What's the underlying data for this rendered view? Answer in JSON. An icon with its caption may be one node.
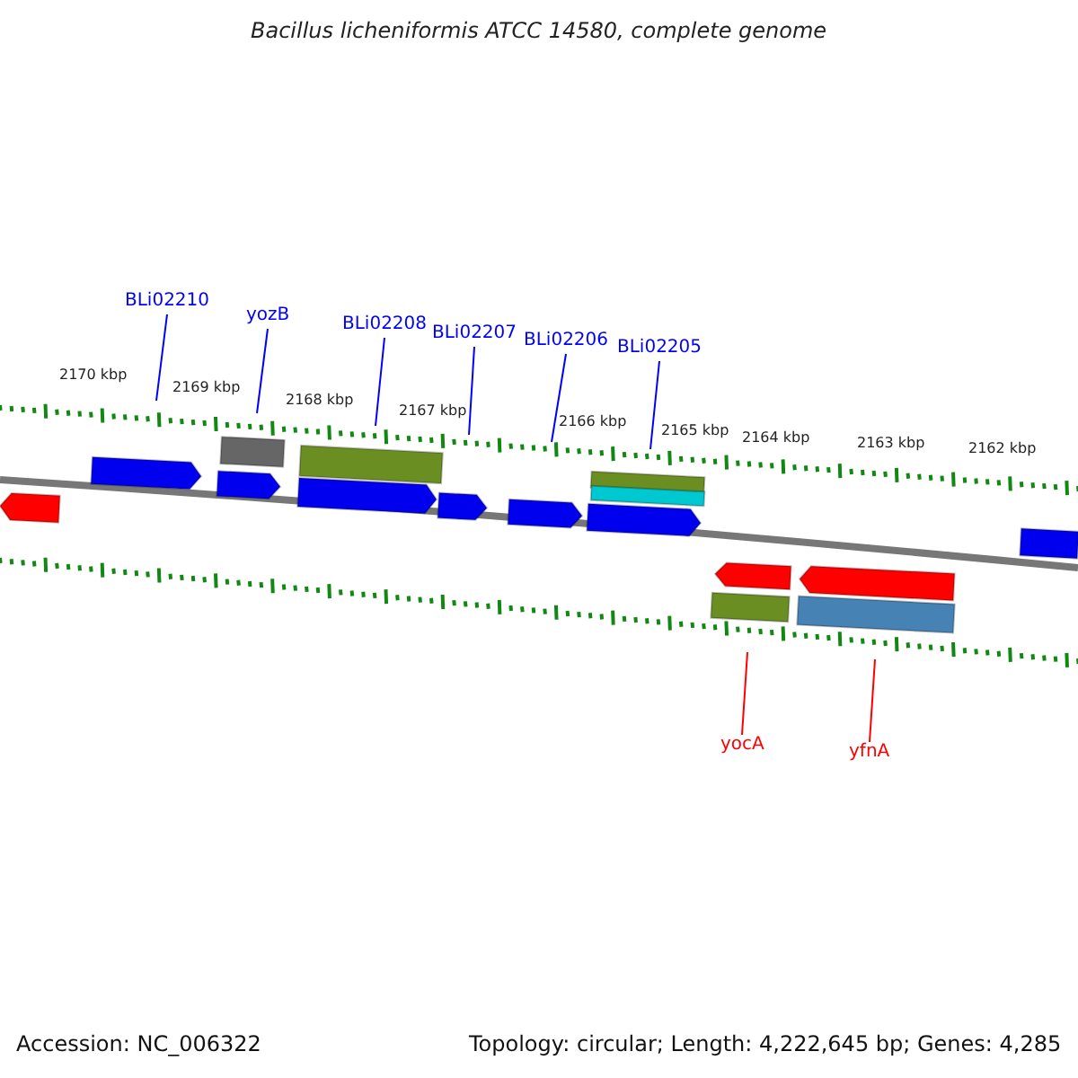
{
  "diagram": {
    "title": "Bacillus licheniformis ATCC 14580, complete genome",
    "nodes": [
      {
        "text": [
          "BLi02210"
        ]
      },
      {
        "text": [
          "yozB"
        ]
      },
      {
        "text": [
          "BLi02208"
        ]
      },
      {
        "text": [
          "BLi02207"
        ]
      },
      {
        "text": [
          "BLi02206"
        ]
      },
      {
        "text": [
          "BLi02205"
        ]
      },
      {
        "text": [
          "yocA"
        ]
      },
      {
        "text": [
          "yfnA"
        ]
      },
      {
        "text": [],
        "shape": "picture"
      }
    ],
    "edges": [
      {
        "from": 0,
        "to": 8,
        "arrow": "none"
      },
      {
        "from": 1,
        "to": 8,
        "arrow": "none"
      },
      {
        "from": 2,
        "to": 8,
        "arrow": "none"
      },
      {
        "from": 3,
        "to": 8,
        "arrow": "none"
      },
      {
        "from": 4,
        "to": 8,
        "arrow": "none"
      },
      {
        "from": 5,
        "to": 8,
        "arrow": "none"
      },
      {
        "from": 6,
        "to": 8,
        "arrow": "none",
        "color": "#ff0000"
      },
      {
        "from": 7,
        "to": 8,
        "arrow": "none",
        "color": "#ff0000"
      }
    ],
    "labels": [
      "2170 kbp",
      "2169 kbp",
      "2168 kbp",
      "2167 kbp",
      "2166 kbp",
      "2165 kbp",
      "2164 kbp",
      "2163 kbp",
      "2162 kbp",
      "Accession: NC_006322",
      "Topology: circular; Length: 4,222,645 bp; Genes: 4,285"
    ]
  }
}
